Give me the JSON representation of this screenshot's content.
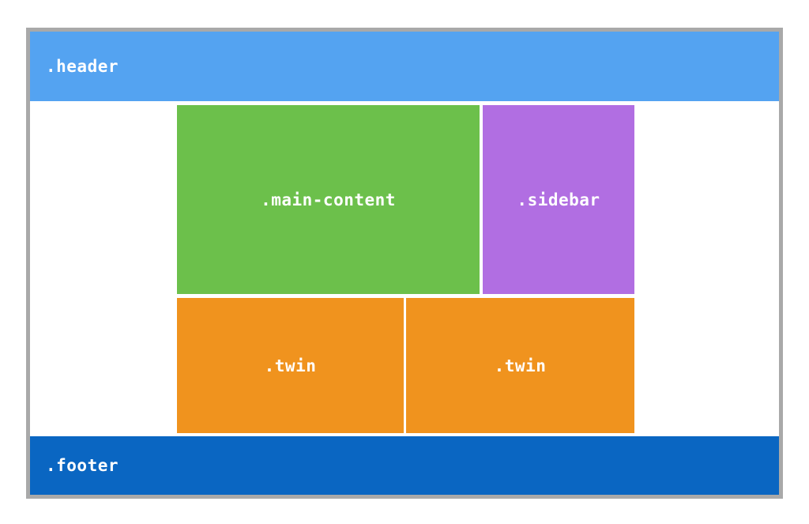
{
  "layout_diagram": {
    "frame": {
      "border_color": "#a9a9a9",
      "background_color": "#ffffff"
    },
    "label_color": "#ffffff",
    "blocks": [
      {
        "id": "header",
        "label": ".header",
        "color": "#54a3f1"
      },
      {
        "id": "main-content",
        "label": ".main-content",
        "color": "#6cc04b"
      },
      {
        "id": "sidebar",
        "label": ".sidebar",
        "color": "#b16ee2"
      },
      {
        "id": "twin-1",
        "label": ".twin",
        "color": "#f0931e"
      },
      {
        "id": "twin-2",
        "label": ".twin",
        "color": "#f0931e"
      },
      {
        "id": "footer",
        "label": ".footer",
        "color": "#0a66c2"
      }
    ]
  }
}
